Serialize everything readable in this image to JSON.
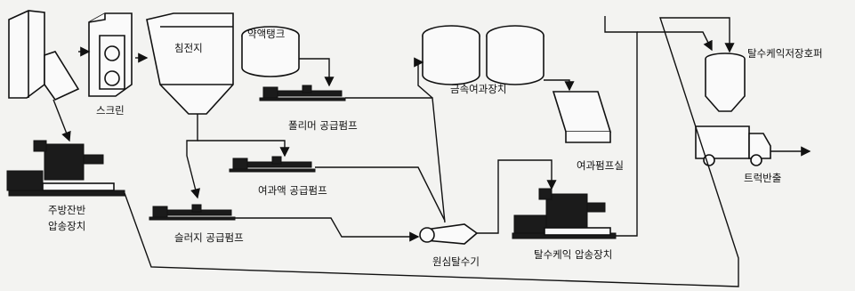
{
  "labels": {
    "screen": "스크린",
    "grit_chamber": "침전지",
    "chemical_tank": "약액탱크",
    "polymer_pump": "폴리머 공급펌프",
    "filtrate_pump": "여과액 공급펌프",
    "sludge_pump": "슬러지 공급펌프",
    "metal_filter": "금속여과장치",
    "filtrate_room": "여과펌프실",
    "dewatered_hopper": "탈수케익저장호퍼",
    "truck_out": "트럭반출",
    "centrifuge": "원심탈수기",
    "cake_transfer": "탈수케익 압송장치",
    "crusher_transfer_line1": "주방잔반",
    "crusher_transfer_line2": "압송장치"
  }
}
